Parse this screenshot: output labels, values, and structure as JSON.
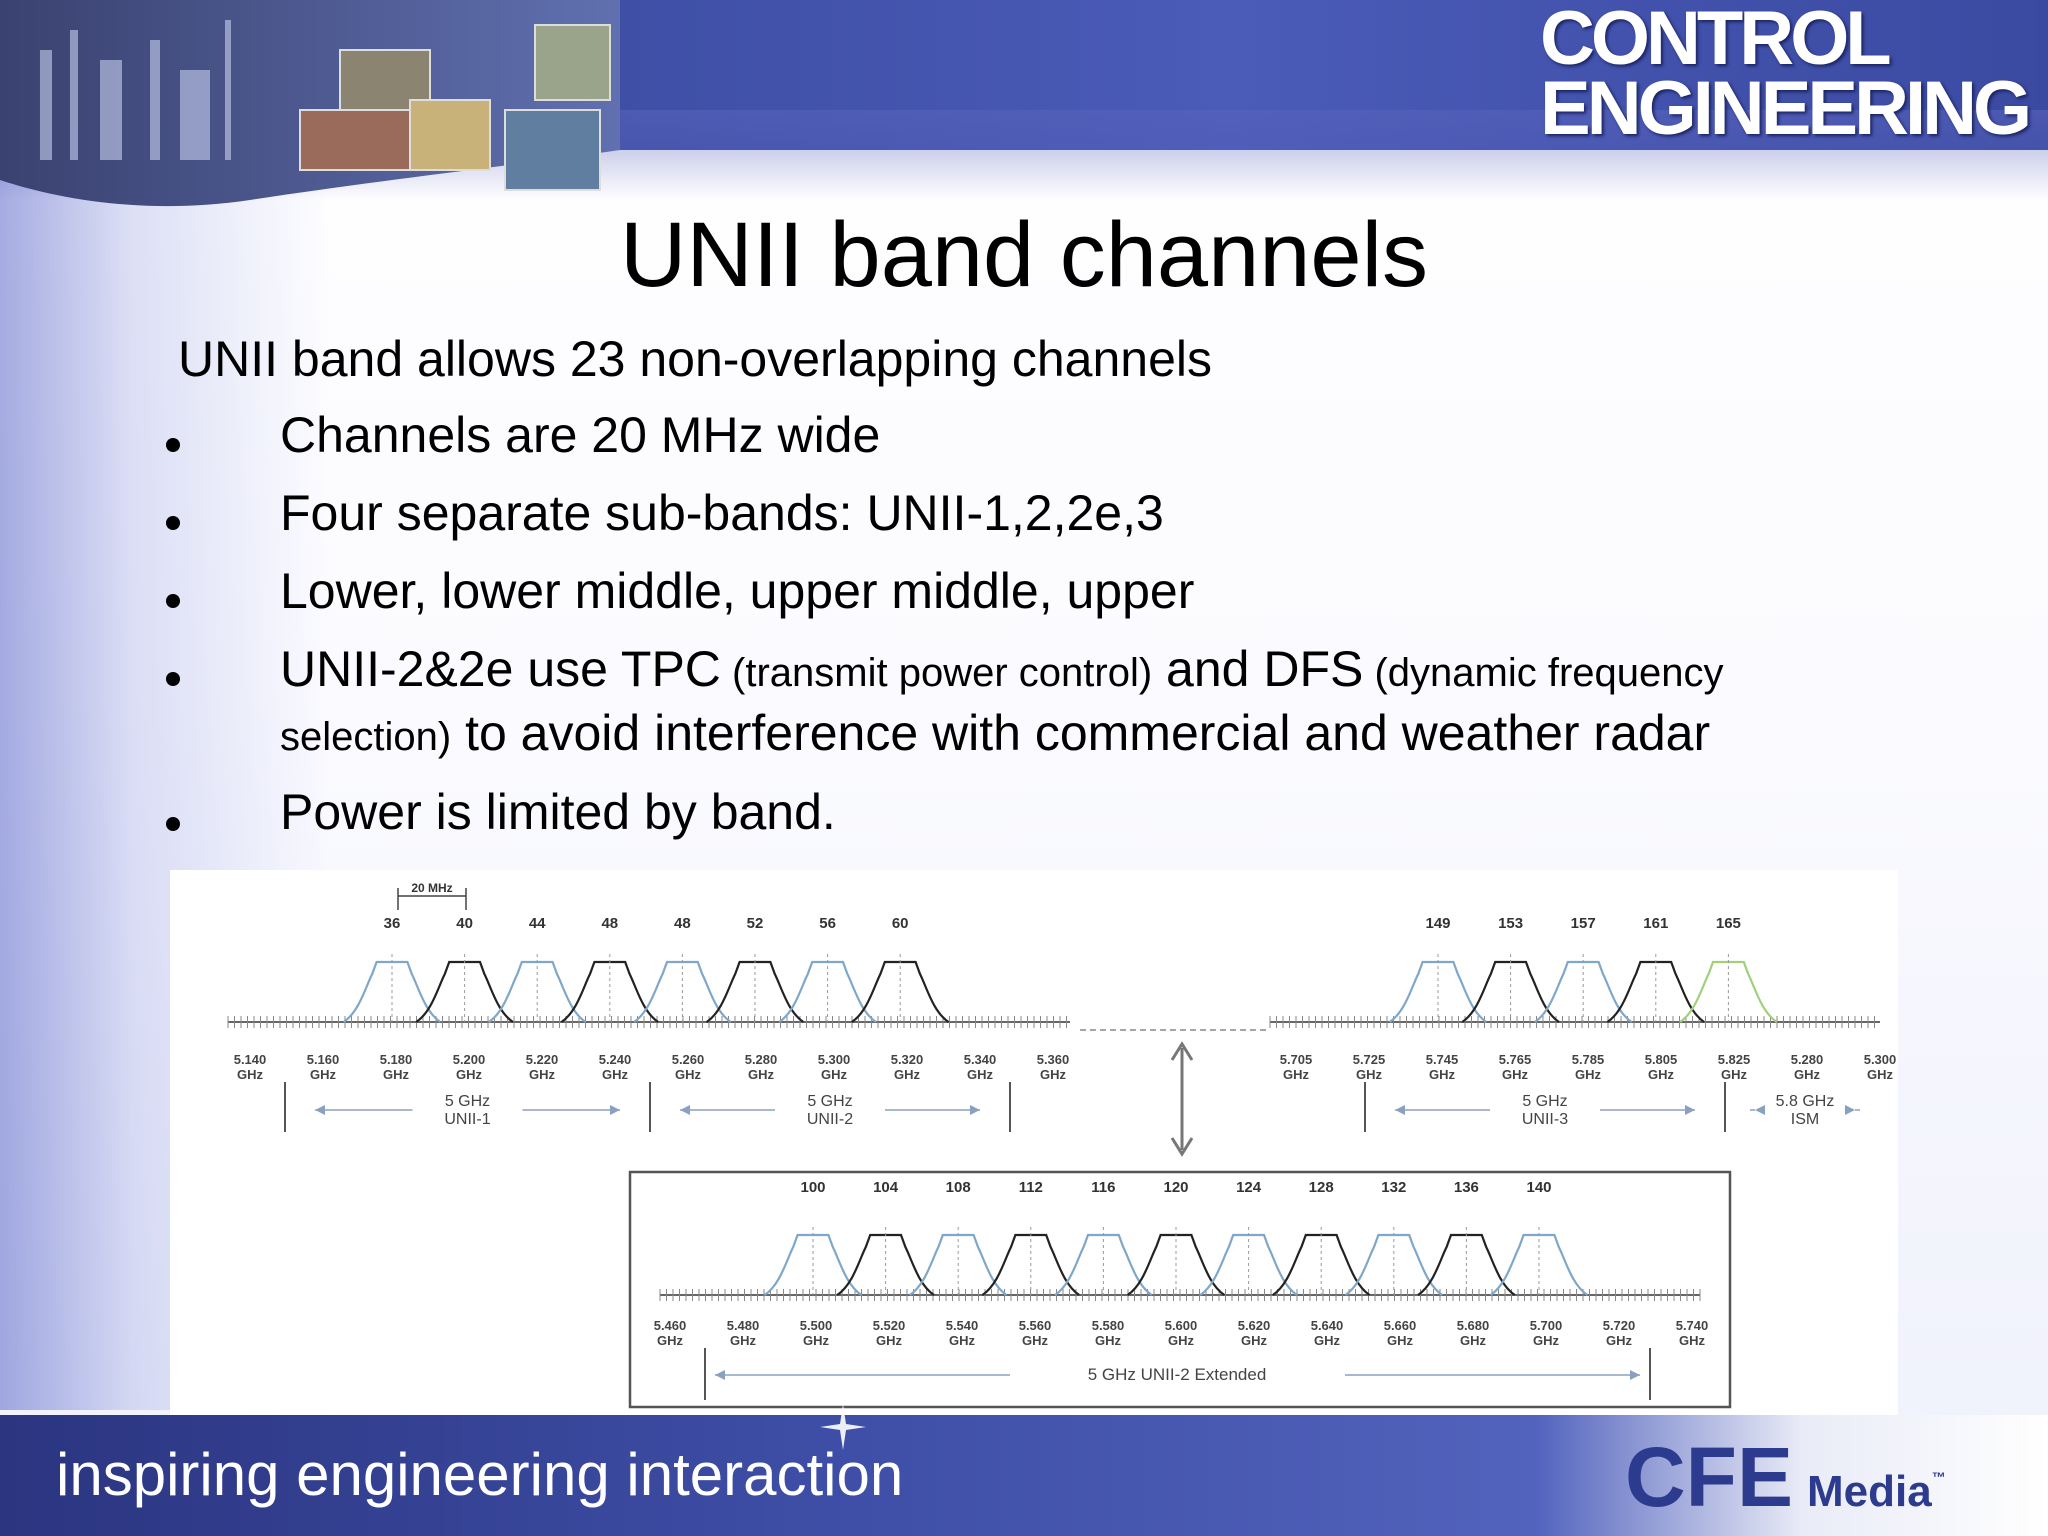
{
  "header": {
    "logo_line1": "CONTROL",
    "logo_line2": "ENGINEERING"
  },
  "title": "UNII band channels",
  "intro": "UNII band allows 23 non-overlapping channels",
  "bullets": [
    {
      "text": "Channels are 20 MHz wide"
    },
    {
      "text": "Four separate sub-bands: UNII-1,2,2e,3"
    },
    {
      "text": "Lower, lower middle, upper middle, upper"
    },
    {
      "parts": [
        "UNII-2&2e use TPC",
        " (transmit power control)",
        " and DFS",
        " (dynamic frequency",
        "selection)",
        " to avoid interference with commercial and weather radar"
      ]
    },
    {
      "text": "Power is limited by band."
    }
  ],
  "diagram": {
    "width_marker": "20 MHz",
    "low_channels": [
      "36",
      "40",
      "44",
      "48",
      "48",
      "52",
      "56",
      "60"
    ],
    "low_freqs": [
      "5.140",
      "5.160",
      "5.180",
      "5.200",
      "5.220",
      "5.240",
      "5.260",
      "5.280",
      "5.300",
      "5.320",
      "5.340",
      "5.360"
    ],
    "unii3_channels": [
      "149",
      "153",
      "157",
      "161",
      "165"
    ],
    "unii3_freqs": [
      "5.705",
      "5.725",
      "5.745",
      "5.765",
      "5.785",
      "5.805",
      "5.825",
      "5.280",
      "5.300"
    ],
    "ext_channels": [
      "100",
      "104",
      "108",
      "112",
      "116",
      "120",
      "124",
      "128",
      "132",
      "136",
      "140"
    ],
    "ext_freqs": [
      "5.460",
      "5.480",
      "5.500",
      "5.520",
      "5.540",
      "5.560",
      "5.580",
      "5.600",
      "5.620",
      "5.640",
      "5.660",
      "5.680",
      "5.700",
      "5.720",
      "5.740"
    ],
    "unit": "GHz",
    "bands": [
      {
        "line1": "5 GHz",
        "line2": "UNII-1"
      },
      {
        "line1": "5 GHz",
        "line2": "UNII-2"
      },
      {
        "line1": "5 GHz",
        "line2": "UNII-3"
      },
      {
        "line1": "5.8 GHz",
        "line2": "ISM"
      }
    ],
    "ext_band_label": "5 GHz UNII-2 Extended",
    "colors": {
      "blue": "#7fa7c9",
      "black": "#222222",
      "green": "#9fd17a",
      "box": "#555555"
    }
  },
  "footer": {
    "tagline": "inspiring engineering interaction",
    "cfe": "CFE",
    "media": "Media",
    "tm": "™"
  }
}
